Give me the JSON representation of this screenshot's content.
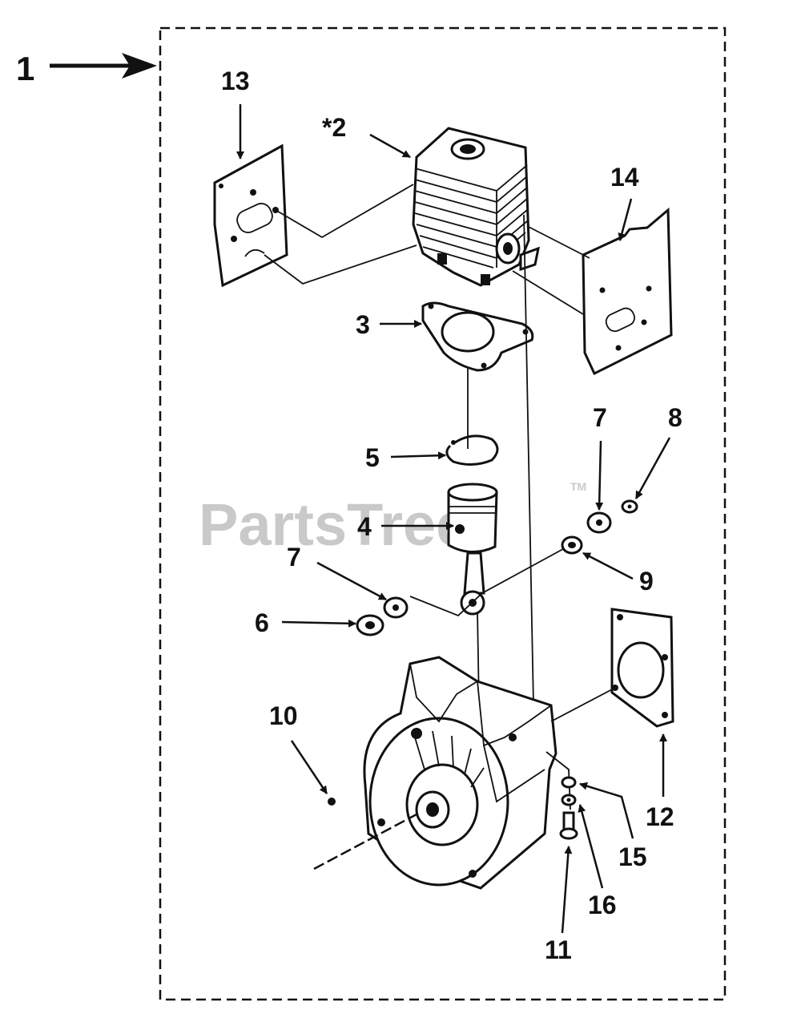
{
  "diagram": {
    "watermark": "PartsTree",
    "trademark": "TM",
    "callouts": {
      "assembly": "1",
      "cylinder": "*2",
      "cylinder_gasket": "3",
      "piston": "4",
      "piston_ring": "5",
      "nut": "6",
      "washer_left": "7",
      "washer_right": "7",
      "small_part_8": "8",
      "small_part_9": "9",
      "small_part_10": "10",
      "screw": "11",
      "gasket_12": "12",
      "gasket_13": "13",
      "gasket_14": "14",
      "washer_15": "15",
      "washer_16": "16"
    }
  }
}
